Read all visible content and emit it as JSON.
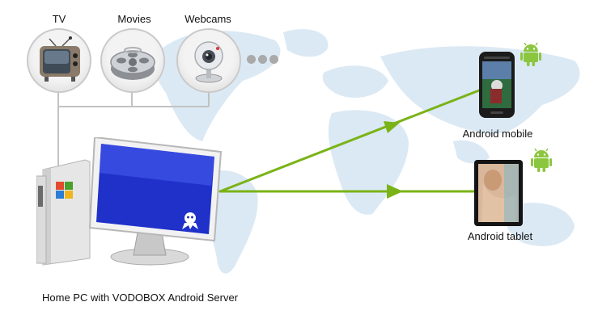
{
  "sources": [
    {
      "label": "TV",
      "icon": "tv-icon"
    },
    {
      "label": "Movies",
      "icon": "film-reel-icon"
    },
    {
      "label": "Webcams",
      "icon": "webcam-icon"
    }
  ],
  "more_icon": "ellipsis-icon",
  "server": {
    "label": "Home PC with VODOBOX Android Server",
    "icon": "desktop-pc-icon"
  },
  "devices": [
    {
      "label": "Android mobile",
      "icon": "android-phone-icon"
    },
    {
      "label": "Android tablet",
      "icon": "android-tablet-icon"
    }
  ],
  "colors": {
    "arrow": "#7ab317",
    "map": "#dbe9f4",
    "android": "#8cc63f",
    "connector": "#c2c2c2"
  }
}
